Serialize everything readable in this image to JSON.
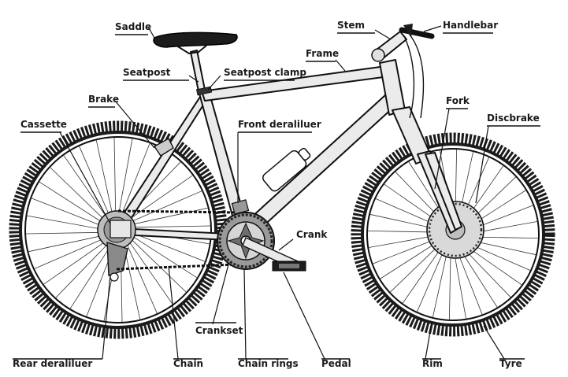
{
  "labels": {
    "saddle": "Saddle",
    "stem": "Stem",
    "handlebar": "Handlebar",
    "frame": "Frame",
    "seatpost": "Seatpost",
    "seatpost_clamp": "Seatpost clamp",
    "brake": "Brake",
    "cassette": "Cassette",
    "front_derailleur": "Front deraliluer",
    "fork": "Fork",
    "discbrake": "Discbrake",
    "crank": "Crank",
    "crankset": "Crankset",
    "rear_derailleur": "Rear deraliluer",
    "chain": "Chain",
    "chain_rings": "Chain rings",
    "pedal": "Pedal",
    "rim": "Rim",
    "tyre": "Tyre"
  },
  "colors": {
    "ink": "#111111",
    "tube_fill": "#ebebeb",
    "tyre": "#1b1b1b"
  }
}
